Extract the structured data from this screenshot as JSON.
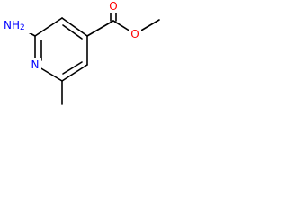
{
  "molecule": {
    "atoms": {
      "amine": {
        "label": "NH2",
        "color": "#0000ff"
      },
      "ring_nitrogen": {
        "label": "N",
        "color": "#0000ff"
      },
      "carbonyl_oxygen": {
        "label": "O",
        "color": "#ff0000"
      },
      "ester_oxygen": {
        "label": "O",
        "color": "#ff0000"
      }
    },
    "bond_color": "#000000"
  }
}
